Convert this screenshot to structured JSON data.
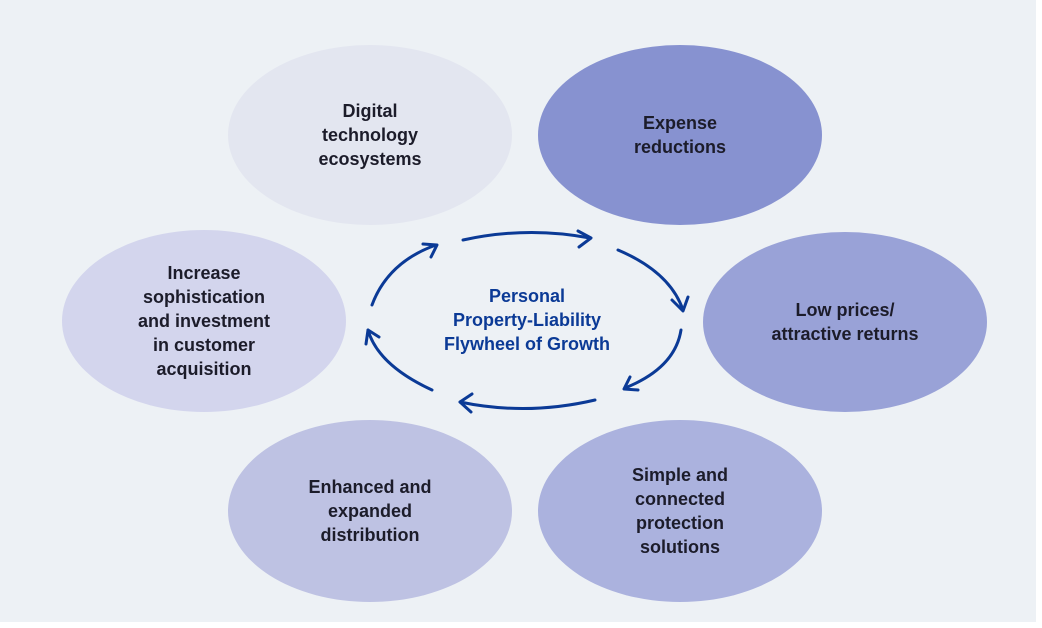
{
  "title": "Personal\nProperty-Liability\nFlywheel of Growth",
  "nodes": [
    {
      "label": "Digital\ntechnology\necosystems",
      "color": "#e3e6f0"
    },
    {
      "label": "Expense\nreductions",
      "color": "#8792d0"
    },
    {
      "label": "Low prices/\nattractive returns",
      "color": "#99a2d7"
    },
    {
      "label": "Simple and\nconnected\nprotection\nsolutions",
      "color": "#abb2de"
    },
    {
      "label": "Enhanced and\nexpanded\ndistribution",
      "color": "#bec2e3"
    },
    {
      "label": "Increase\nsophistication\nand investment\nin customer\nacquisition",
      "color": "#d3d5ed"
    }
  ],
  "arrow_color": "#0b3a96"
}
